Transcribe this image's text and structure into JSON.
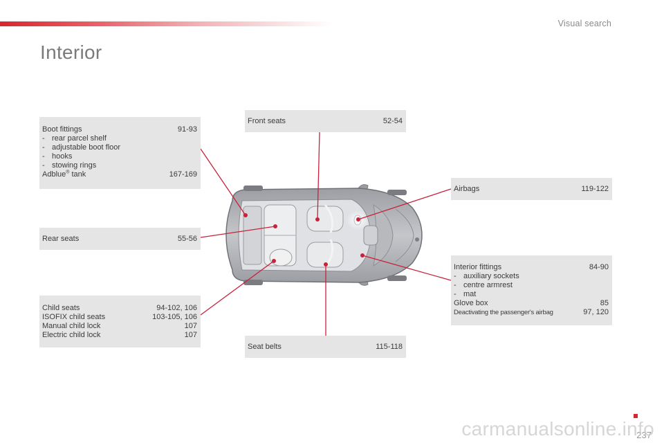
{
  "header": {
    "section": "Visual search"
  },
  "title": "Interior",
  "boot": {
    "label": "Boot fittings",
    "pages": "91-93",
    "items": [
      "rear parcel shelf",
      "adjustable boot floor",
      "hooks",
      "stowing rings"
    ],
    "adblue_label": "Adblue",
    "adblue_sup": "®",
    "adblue_suffix": " tank",
    "adblue_pages": "167-169"
  },
  "rear_seats": {
    "label": "Rear seats",
    "pages": "55-56"
  },
  "child": {
    "rows": [
      {
        "label": "Child seats",
        "pages": "94-102, 106"
      },
      {
        "label": "ISOFIX child seats",
        "pages": "103-105, 106"
      },
      {
        "label": "Manual child lock",
        "pages": "107"
      },
      {
        "label": "Electric child lock",
        "pages": "107"
      }
    ]
  },
  "front_seats": {
    "label": "Front seats",
    "pages": "52-54"
  },
  "seat_belts": {
    "label": "Seat belts",
    "pages": "115-118"
  },
  "airbags": {
    "label": "Airbags",
    "pages": "119-122"
  },
  "interior": {
    "label": "Interior fittings",
    "pages": "84-90",
    "items": [
      "auxiliary sockets",
      "centre armrest",
      "mat"
    ],
    "glove_label": "Glove box",
    "glove_pages": "85",
    "deactivate_label": "Deactivating the passenger's airbag",
    "deactivate_pages": "97, 120"
  },
  "dash": "-",
  "page_number": "237",
  "watermark": "carmanualsonline.info",
  "colors": {
    "accent": "#d8262f",
    "box_bg": "#e5e5e6",
    "leader": "#c8213a"
  }
}
